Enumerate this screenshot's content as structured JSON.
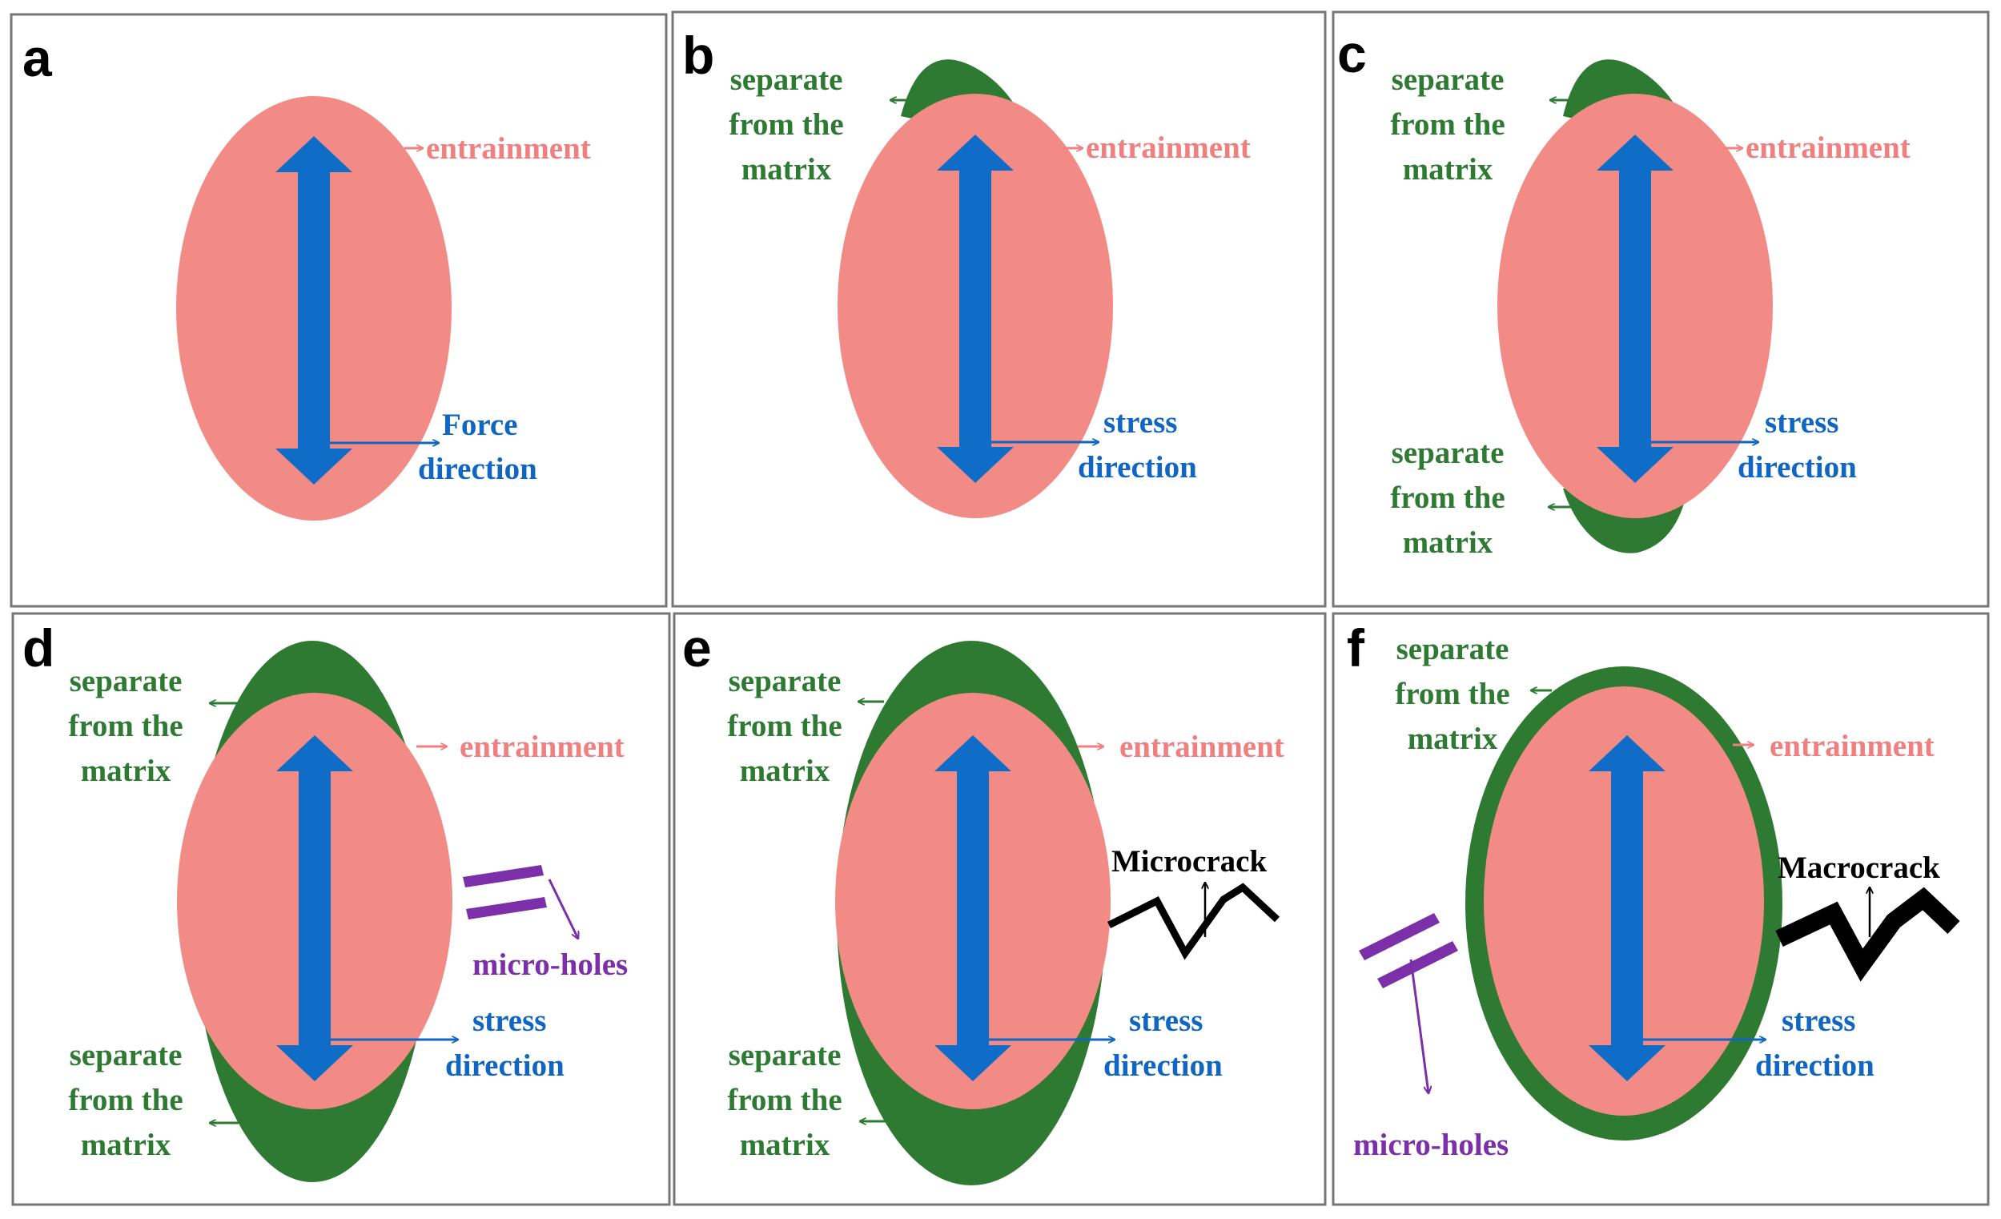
{
  "colors": {
    "outer_ellipse": "#2e7a33",
    "inner_ellipse": "#f28b86",
    "force_arrow": "#0f6cc7",
    "green_text": "#2e7a33",
    "pink_text": "#f08080",
    "blue_text": "#1166c2",
    "purple": "#7b2fa8",
    "crack": "#000000",
    "border": "#777777"
  },
  "panels": [
    {
      "letter": "a",
      "entrainment": "entrainment",
      "direction": [
        "Force",
        "direction"
      ]
    },
    {
      "letter": "b",
      "separate_top": [
        "separate",
        "from the",
        "matrix"
      ],
      "entrainment": "entrainment",
      "direction": [
        "stress",
        "direction"
      ]
    },
    {
      "letter": "c",
      "separate_top": [
        "separate",
        "from the",
        "matrix"
      ],
      "separate_bottom": [
        "separate",
        "from the",
        "matrix"
      ],
      "entrainment": "entrainment",
      "direction": [
        "stress",
        "direction"
      ]
    },
    {
      "letter": "d",
      "separate_top": [
        "separate",
        "from the",
        "matrix"
      ],
      "separate_bottom": [
        "separate",
        "from the",
        "matrix"
      ],
      "entrainment": "entrainment",
      "holes": "micro-holes",
      "direction": [
        "stress",
        "direction"
      ]
    },
    {
      "letter": "e",
      "separate_top": [
        "separate",
        "from the",
        "matrix"
      ],
      "separate_bottom": [
        "separate",
        "from the",
        "matrix"
      ],
      "entrainment": "entrainment",
      "crack": "Microcrack",
      "direction": [
        "stress",
        "direction"
      ]
    },
    {
      "letter": "f",
      "separate_top": [
        "separate",
        "from the",
        "matrix"
      ],
      "entrainment": "entrainment",
      "crack": "Macrocrack",
      "holes": "micro-holes",
      "direction": [
        "stress",
        "direction"
      ]
    }
  ]
}
